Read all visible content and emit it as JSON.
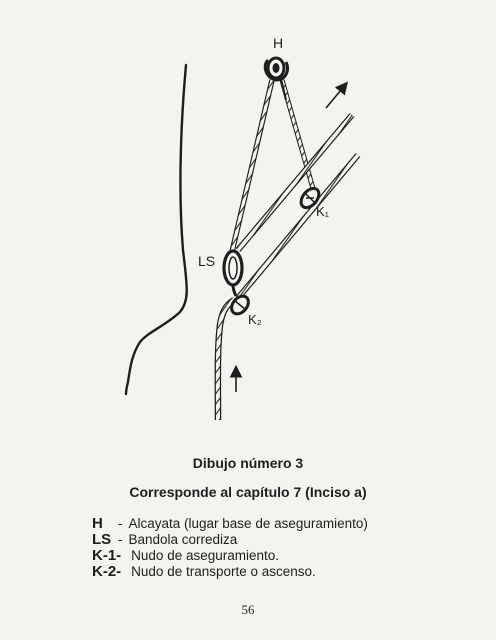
{
  "diagram": {
    "labels": {
      "H": "H",
      "LS": "LS",
      "K1": "K₁",
      "K2": "K₂"
    }
  },
  "caption": {
    "title": "Dibujo número 3",
    "reference": "Corresponde al capítulo 7  (Inciso a)"
  },
  "legend": [
    {
      "code": "H",
      "description": "Alcayata (lugar base de aseguramiento)"
    },
    {
      "code": "LS",
      "description": "Bandola corrediza"
    },
    {
      "code": "K-1-",
      "description": "Nudo de aseguramiento."
    },
    {
      "code": "K-2-",
      "description": "Nudo de transporte o ascenso."
    }
  ],
  "page_number": "56"
}
